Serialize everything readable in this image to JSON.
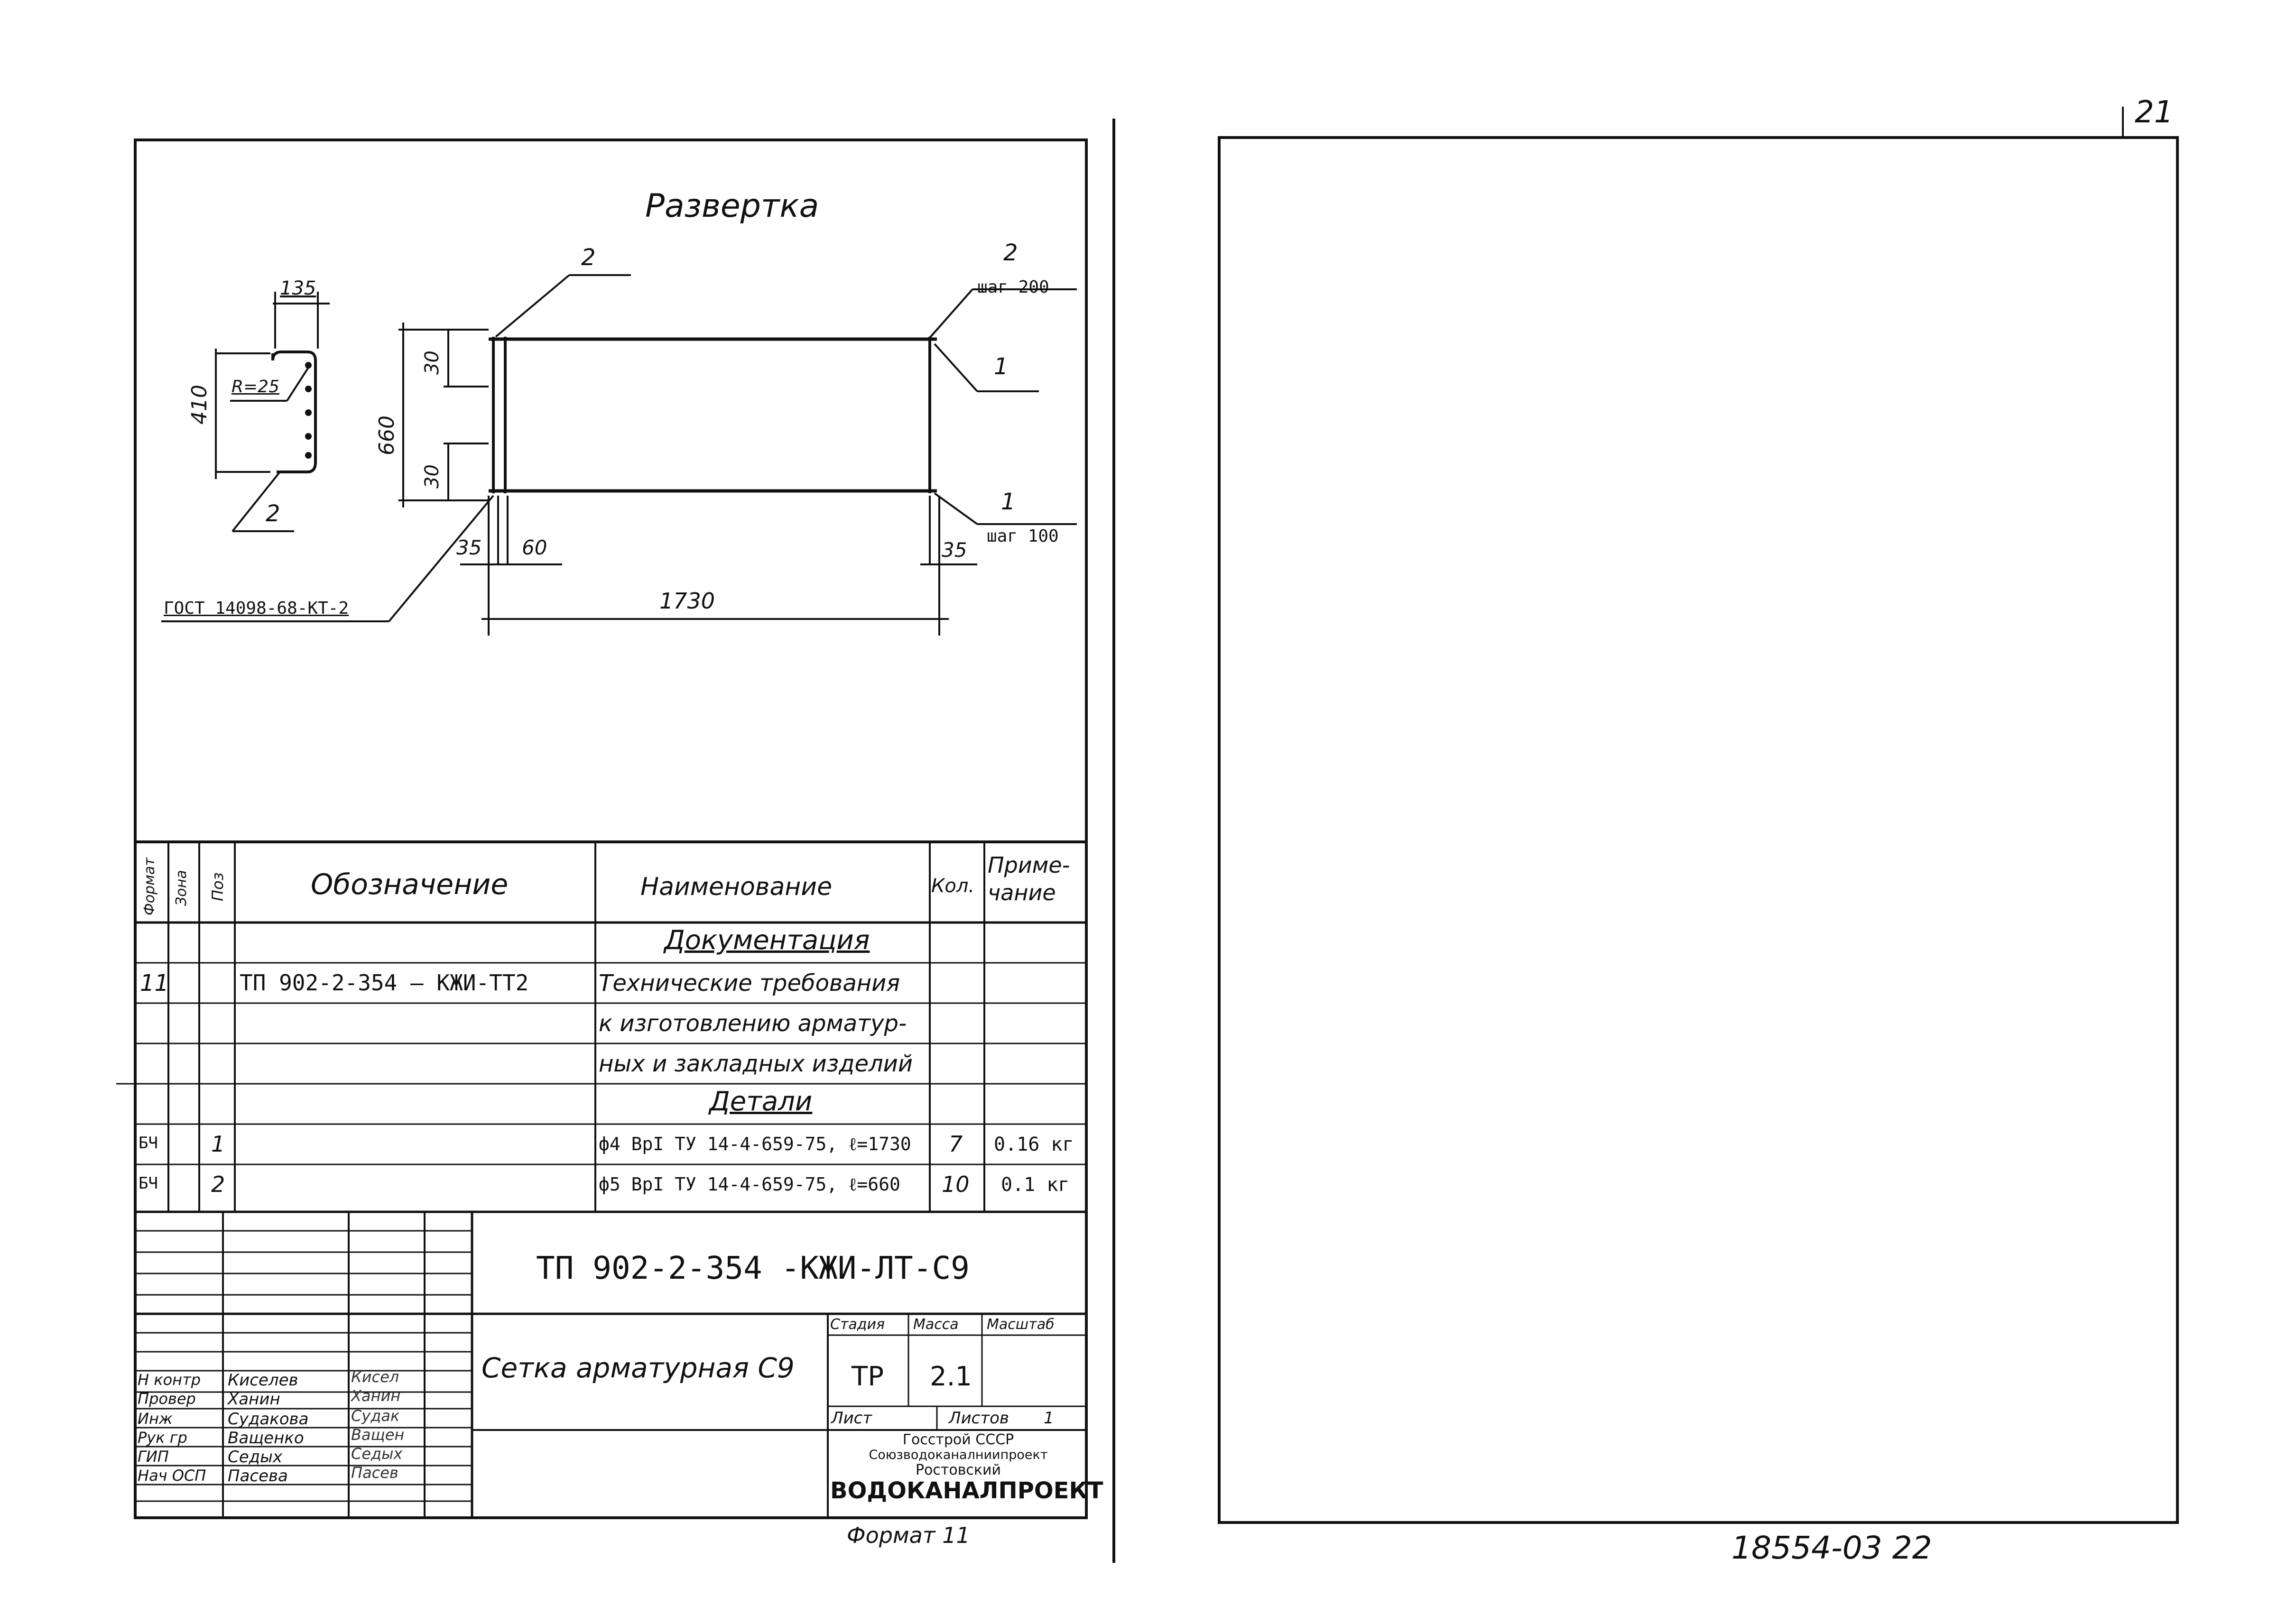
{
  "page_number": "21",
  "bottom_code": "18554-03 22",
  "drawing": {
    "title": "Развертка",
    "dims": {
      "d135": "135",
      "d410": "410",
      "r25": "R=25",
      "d660": "660",
      "d30_top": "30",
      "d30_bot": "30",
      "d35_left": "35",
      "d60": "60",
      "d35_right": "35",
      "d1730": "1730"
    },
    "callouts": {
      "left_pos2": "2",
      "top_pos2": "2",
      "right_pos2": "2",
      "step200": "шаг 200",
      "right_pos1_upper": "1",
      "right_pos1_lower": "1",
      "step100": "шаг 100",
      "gost": "ГОСТ 14098-68-КТ-2"
    }
  },
  "spec_table": {
    "headers": {
      "format": "Формат",
      "zone": "Зона",
      "pos": "Поз",
      "designation": "Обозначение",
      "name": "Наименование",
      "qty": "Кол.",
      "note": "Приме-чание"
    },
    "section_docs": "Документация",
    "section_details": "Детали",
    "rows": [
      {
        "format": "11",
        "zone": "",
        "pos": "",
        "designation": "ТП 902-2-354 – КЖИ-ТТ2",
        "name": "Технические требования",
        "qty": "",
        "note": ""
      },
      {
        "format": "",
        "zone": "",
        "pos": "",
        "designation": "",
        "name": "к изготовлению арматур-",
        "qty": "",
        "note": ""
      },
      {
        "format": "",
        "zone": "",
        "pos": "",
        "designation": "",
        "name": "ных и закладных изделий",
        "qty": "",
        "note": ""
      },
      {
        "format": "БЧ",
        "zone": "",
        "pos": "1",
        "designation": "",
        "name": "ф4 ВрI ТУ 14-4-659-75, ℓ=1730",
        "qty": "7",
        "note": "0.16 кг"
      },
      {
        "format": "БЧ",
        "zone": "",
        "pos": "2",
        "designation": "",
        "name": "ф5 ВрI ТУ 14-4-659-75, ℓ=660",
        "qty": "10",
        "note": "0.1 кг"
      }
    ]
  },
  "title_block": {
    "doc_code": "ТП 902-2-354 -КЖИ-ЛТ-С9",
    "item_name": "Сетка арматурная С9",
    "stage_label": "Стадия",
    "mass_label": "Масса",
    "scale_label": "Масштаб",
    "stage": "ТР",
    "mass": "2.1",
    "scale": "",
    "sheet_label": "Лист",
    "sheets_label": "Листов",
    "sheets": "1",
    "org_line1": "Госстрой СССР",
    "org_line2": "Союзводоканалниипроект",
    "org_line3": "Ростовский",
    "org_line4": "ВОДОКАНАЛПРОЕКТ",
    "staff": [
      {
        "role": "Н контр",
        "name": "Киселев",
        "sign": "Кисел"
      },
      {
        "role": "Провер",
        "name": "Ханин",
        "sign": "Ханин"
      },
      {
        "role": "Инж",
        "name": "Судакова",
        "sign": "Судак"
      },
      {
        "role": "Рук гр",
        "name": "Ващенко",
        "sign": "Ващен"
      },
      {
        "role": "ГИП",
        "name": "Седых",
        "sign": "Седых"
      },
      {
        "role": "Нач ОСП",
        "name": "Пасева",
        "sign": "Пасев"
      }
    ]
  },
  "format_label": "Формат 11"
}
